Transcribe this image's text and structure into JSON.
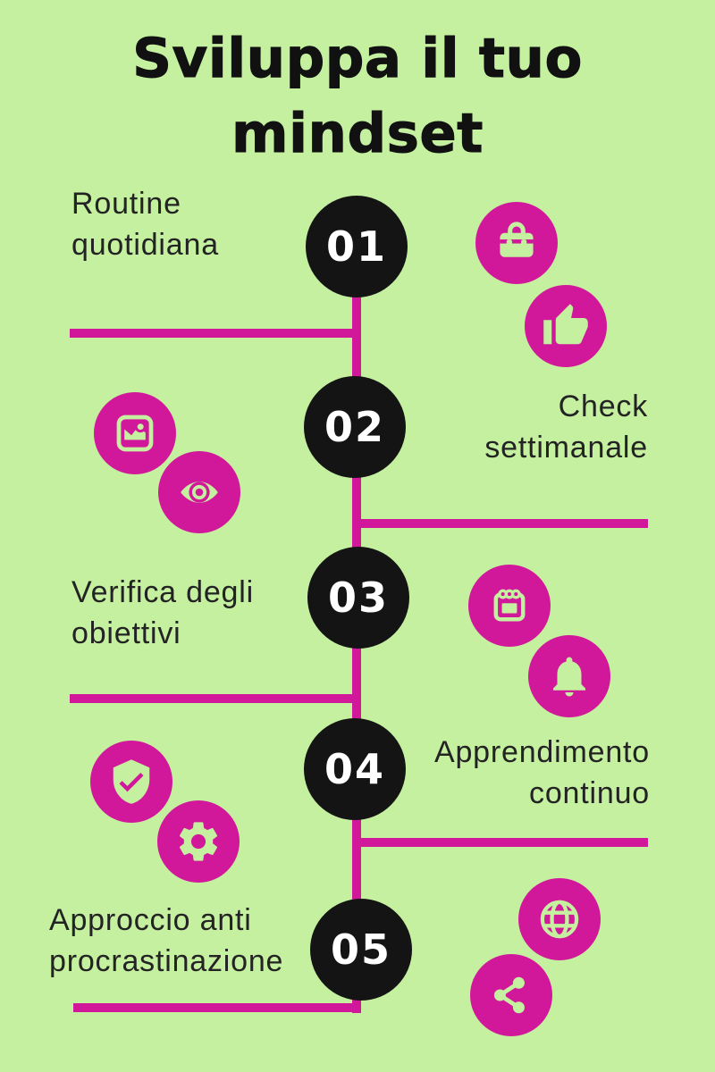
{
  "colors": {
    "background": "#c5f0a0",
    "accent": "#d2189a",
    "node": "#141414",
    "title_text": "#111111",
    "label_text": "#232323",
    "number_text": "#ffffff"
  },
  "title": {
    "line1": "Sviluppa il tuo",
    "line2": "mindset"
  },
  "steps": [
    {
      "number": "01",
      "label_line1": "Routine",
      "label_line2": "quotidiana",
      "side": "left",
      "icons": [
        "briefcase-icon",
        "thumbs-up-icon"
      ]
    },
    {
      "number": "02",
      "label_line1": "Check",
      "label_line2": "settimanale",
      "side": "right",
      "icons": [
        "image-icon",
        "eye-icon"
      ]
    },
    {
      "number": "03",
      "label_line1": "Verifica degli",
      "label_line2": "obiettivi",
      "side": "left",
      "icons": [
        "calendar-icon",
        "bell-icon"
      ]
    },
    {
      "number": "04",
      "label_line1": "Apprendimento",
      "label_line2": "continuo",
      "side": "right",
      "icons": [
        "shield-check-icon",
        "gear-icon"
      ]
    },
    {
      "number": "05",
      "label_line1": "Approccio anti",
      "label_line2": "procrastinazione",
      "side": "left",
      "icons": [
        "globe-icon",
        "share-icon"
      ]
    }
  ]
}
